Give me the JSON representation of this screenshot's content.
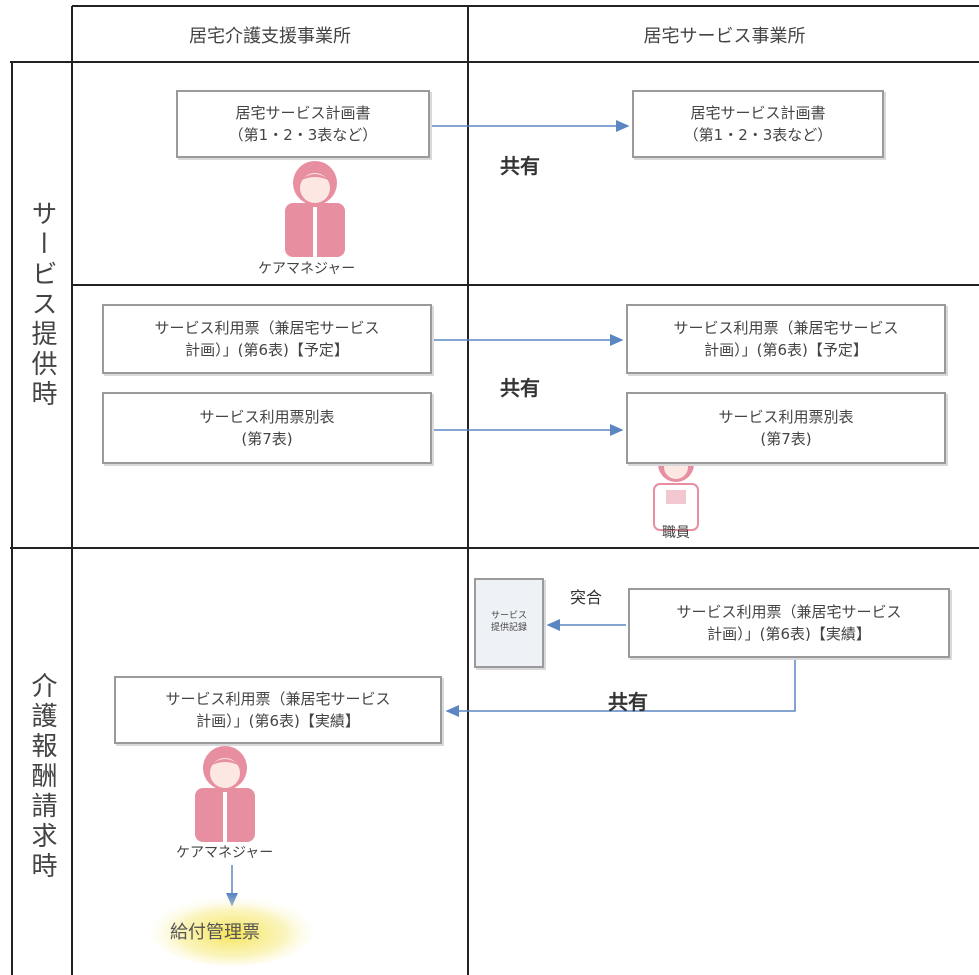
{
  "headers": {
    "col1": "居宅介護支援事業所",
    "col2": "居宅サービス事業所"
  },
  "rows": {
    "row1": "サービス提供時",
    "row2": "介護報酬請求時"
  },
  "section1": {
    "box_left": [
      "居宅サービス計画書",
      "（第1・2・3表など）"
    ],
    "box_right": [
      "居宅サービス計画書",
      "（第1・2・3表など）"
    ],
    "share_label": "共有",
    "care_manager": "ケアマネジャー"
  },
  "section2": {
    "ticket_left": [
      "サービス利用票（兼居宅サービス",
      "計画）」(第6表)【予定】"
    ],
    "ticket_right": [
      "サービス利用票（兼居宅サービス",
      "計画）」(第6表)【予定】"
    ],
    "sheet_left": [
      "サービス利用票別表",
      "(第7表)"
    ],
    "sheet_right": [
      "サービス利用票別表",
      "(第7表)"
    ],
    "share_label": "共有",
    "staff": "職員"
  },
  "section3": {
    "small_box": [
      "サービス",
      "提供記録"
    ],
    "match_label": "突合",
    "actual_right": [
      "サービス利用票（兼居宅サービス",
      "計画）」(第6表)【実績】"
    ],
    "actual_left": [
      "サービス利用票（兼居宅サービス",
      "計画）」(第6表)【実績】"
    ],
    "share_label": "共有",
    "care_manager": "ケアマネジャー",
    "billing": "給付管理票"
  },
  "colors": {
    "grid": "#222222",
    "arrow": "#5b86c2",
    "box_border": "#9a9a9a",
    "person": "#e78fa0",
    "glow": "#f4e24a"
  }
}
